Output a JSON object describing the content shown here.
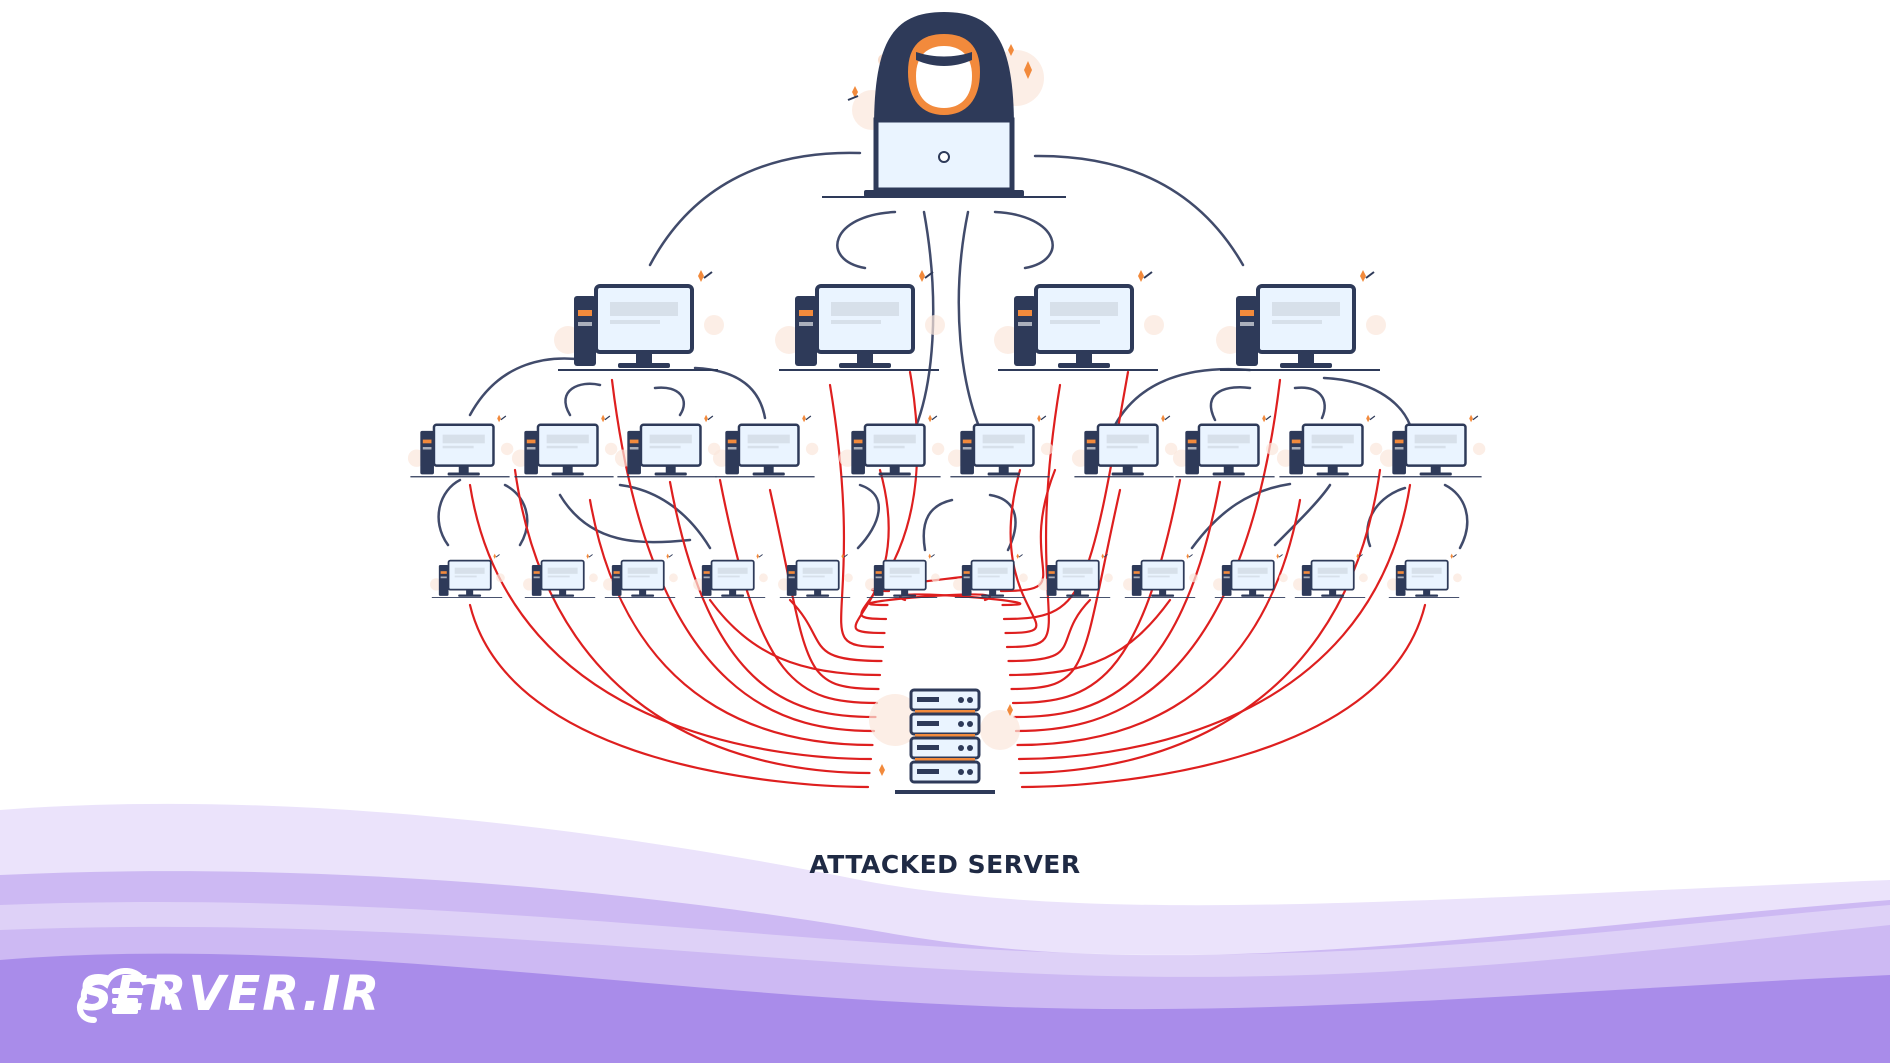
{
  "diagram": {
    "caption": "ATTACKED SERVER",
    "nodes": {
      "attacker": "hacker with laptop",
      "tier1_count": 4,
      "tier2_count": 10,
      "tier3_count": 12,
      "target": "server rack"
    }
  },
  "brand": {
    "logo_text": "SERVER.IR"
  },
  "colors": {
    "navy": "#2e3a59",
    "line": "#414b6b",
    "attack_line": "#de1f1f",
    "accent_orange": "#f28a3c",
    "screen": "#eaf4ff",
    "wave_light": "#e6dcfa",
    "wave_mid": "#c3acf0",
    "wave_deep": "#9d7ee6",
    "caption": "#1f2a44"
  }
}
